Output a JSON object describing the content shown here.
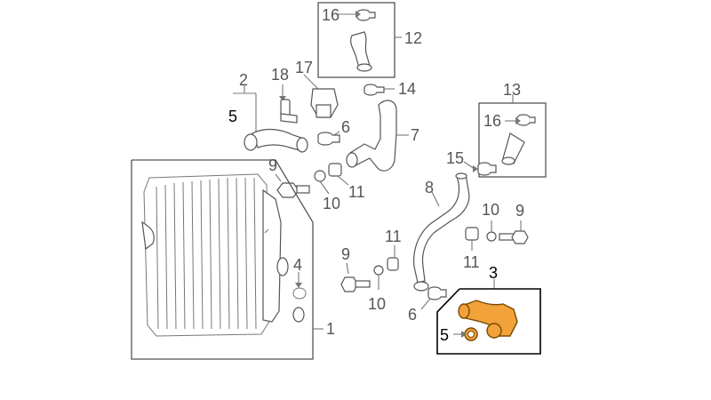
{
  "diagram": {
    "highlight_color": "#f2a23a",
    "callouts": [
      {
        "id": "c16a",
        "text": "16"
      },
      {
        "id": "c12",
        "text": "12"
      },
      {
        "id": "c18",
        "text": "18"
      },
      {
        "id": "c17",
        "text": "17"
      },
      {
        "id": "c14",
        "text": "14"
      },
      {
        "id": "c2",
        "text": "2"
      },
      {
        "id": "c5a",
        "text": "5"
      },
      {
        "id": "c6a",
        "text": "6"
      },
      {
        "id": "c7",
        "text": "7"
      },
      {
        "id": "c13",
        "text": "13"
      },
      {
        "id": "c16b",
        "text": "16"
      },
      {
        "id": "c9a",
        "text": "9"
      },
      {
        "id": "c11a",
        "text": "11"
      },
      {
        "id": "c10a",
        "text": "10"
      },
      {
        "id": "c15",
        "text": "15"
      },
      {
        "id": "c8",
        "text": "8"
      },
      {
        "id": "c10b",
        "text": "10"
      },
      {
        "id": "c9b",
        "text": "9"
      },
      {
        "id": "c4",
        "text": "4"
      },
      {
        "id": "c9c",
        "text": "9"
      },
      {
        "id": "c11b",
        "text": "11"
      },
      {
        "id": "c11c",
        "text": "11"
      },
      {
        "id": "c10c",
        "text": "10"
      },
      {
        "id": "c3",
        "text": "3"
      },
      {
        "id": "c6b",
        "text": "6"
      },
      {
        "id": "c5b",
        "text": "5"
      },
      {
        "id": "c1",
        "text": "1"
      }
    ]
  }
}
